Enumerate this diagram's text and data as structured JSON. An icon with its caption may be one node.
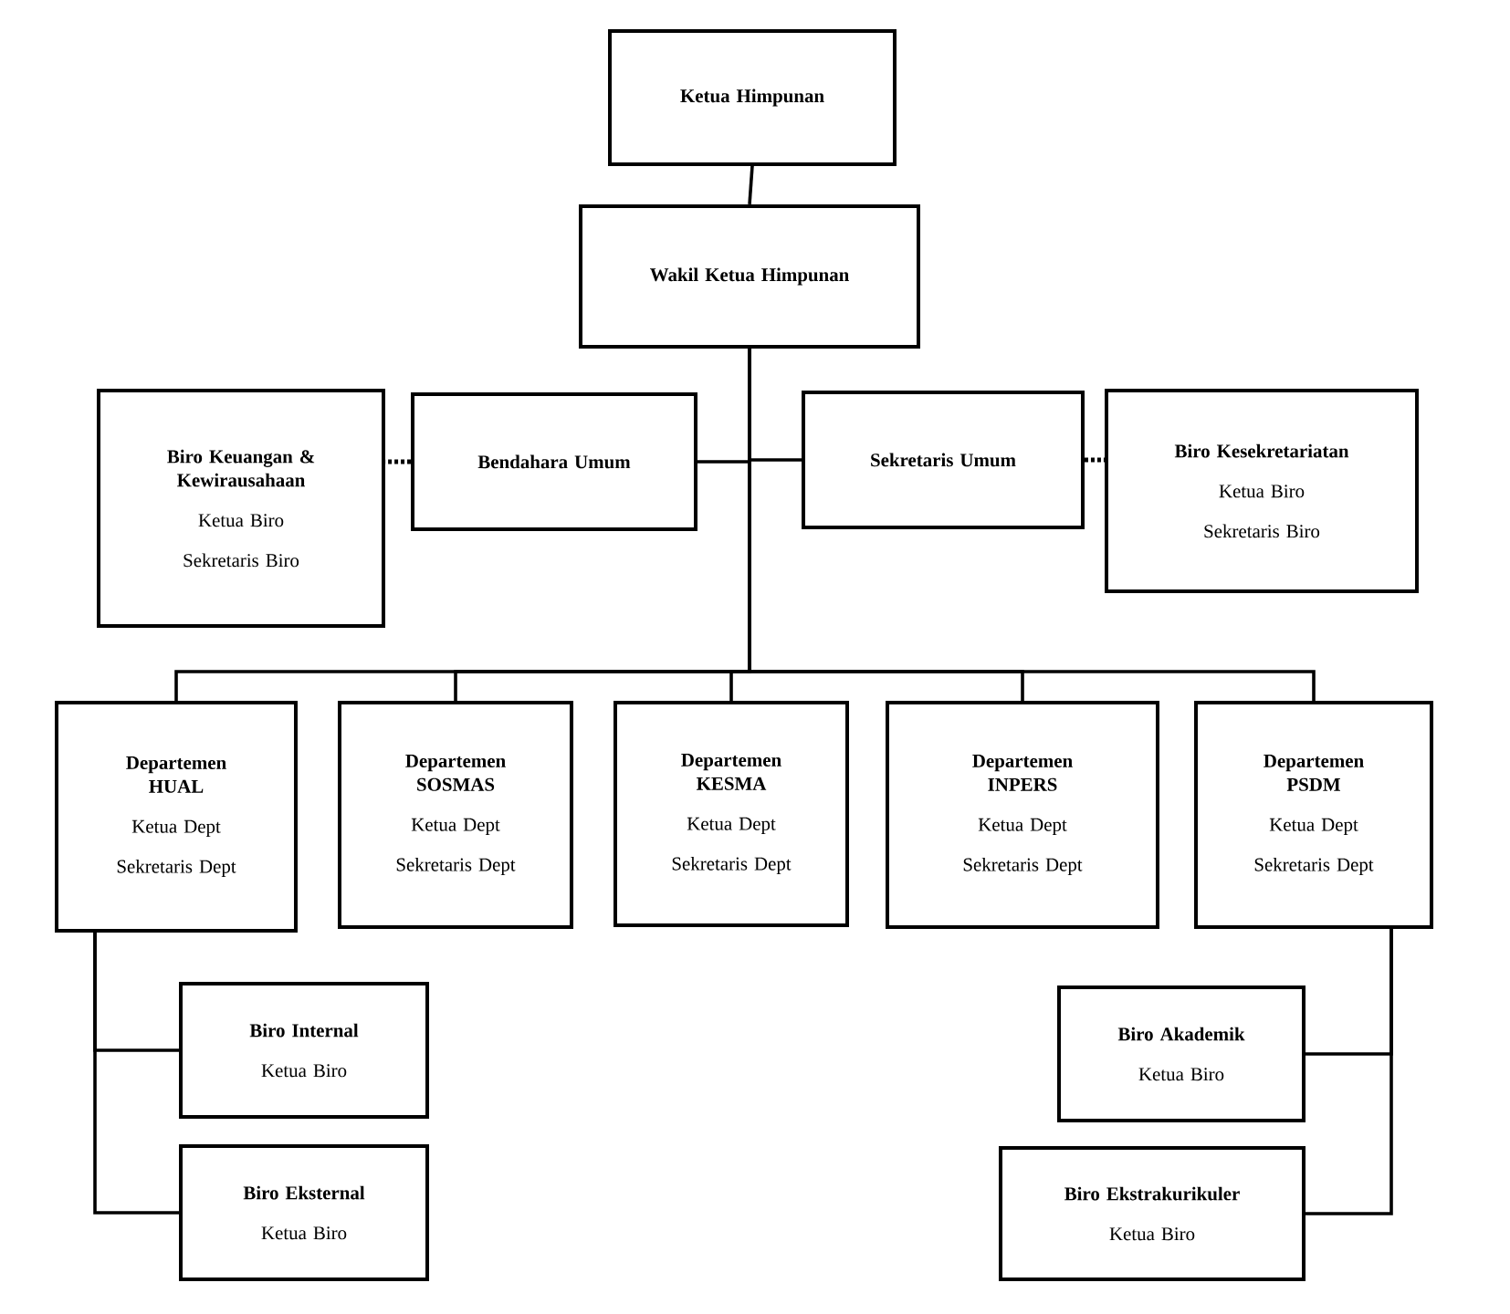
{
  "diagram": {
    "nodes": [
      {
        "text": [
          "Ketua Himpunan"
        ]
      },
      {
        "text": [
          "Wakil Ketua Himpunan"
        ]
      },
      {
        "text": [
          "Biro Keuangan & Kewirausahaan",
          "Ketua Biro",
          "Sekretaris Biro"
        ]
      },
      {
        "text": [
          "Bendahara Umum"
        ]
      },
      {
        "text": [
          "Sekretaris Umum"
        ]
      },
      {
        "text": [
          "Biro Kesekretariatan",
          "Ketua Biro",
          "Sekretaris Biro"
        ]
      },
      {
        "text": [
          "Departemen HUAL",
          "Ketua Dept",
          "Sekretaris Dept"
        ]
      },
      {
        "text": [
          "Departemen SOSMAS",
          "Ketua Dept",
          "Sekretaris Dept"
        ]
      },
      {
        "text": [
          "Departemen KESMA",
          "Ketua Dept",
          "Sekretaris Dept"
        ]
      },
      {
        "text": [
          "Departemen INPERS",
          "Ketua Dept",
          "Sekretaris Dept"
        ]
      },
      {
        "text": [
          "Departemen PSDM",
          "Ketua Dept",
          "Sekretaris Dept"
        ]
      },
      {
        "text": [
          "Biro Internal",
          "Ketua Biro"
        ]
      },
      {
        "text": [
          "Biro Eksternal",
          "Ketua Biro"
        ]
      },
      {
        "text": [
          "Biro Akademik",
          "Ketua Biro"
        ]
      },
      {
        "text": [
          "Biro Ekstrakurikuler",
          "Ketua Biro"
        ]
      }
    ],
    "edges": [
      {
        "from": 0,
        "to": 1,
        "arrow": "none"
      },
      {
        "from": 1,
        "to": 3,
        "arrow": "none"
      },
      {
        "from": 1,
        "to": 4,
        "arrow": "none"
      },
      {
        "from": 3,
        "to": 2,
        "arrow": "none",
        "style": "dashed"
      },
      {
        "from": 4,
        "to": 5,
        "arrow": "none",
        "style": "dashed"
      },
      {
        "from": 1,
        "to": 6,
        "arrow": "none"
      },
      {
        "from": 1,
        "to": 7,
        "arrow": "none"
      },
      {
        "from": 1,
        "to": 8,
        "arrow": "none"
      },
      {
        "from": 1,
        "to": 9,
        "arrow": "none"
      },
      {
        "from": 1,
        "to": 10,
        "arrow": "none"
      },
      {
        "from": 6,
        "to": 11,
        "arrow": "none"
      },
      {
        "from": 6,
        "to": 12,
        "arrow": "none"
      },
      {
        "from": 10,
        "to": 13,
        "arrow": "none"
      },
      {
        "from": 10,
        "to": 14,
        "arrow": "none"
      }
    ]
  }
}
